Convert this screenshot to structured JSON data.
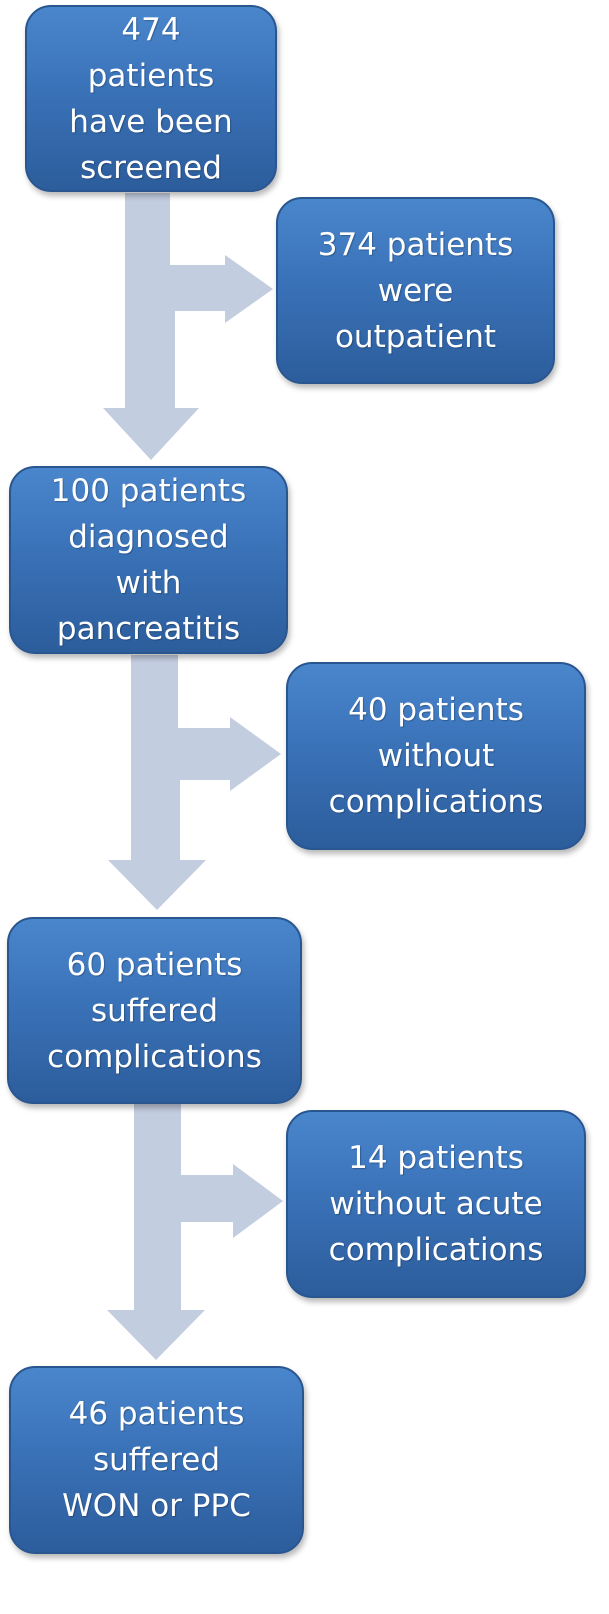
{
  "colors": {
    "box_fill": "#3a72b8",
    "box_border": "#2a5690",
    "box_text": "#ffffff",
    "arrow_fill": "#c3cde0",
    "background": "#ffffff"
  },
  "steps": [
    {
      "id": "screened",
      "label": "474\npatients\nhave been\nscreened"
    },
    {
      "id": "diagnosed",
      "label": "100 patients\ndiagnosed\nwith\npancreatitis"
    },
    {
      "id": "complications",
      "label": "60 patients\nsuffered\ncomplications"
    },
    {
      "id": "won-ppc",
      "label": "46 patients\nsuffered\nWON or PPC"
    }
  ],
  "exclusions": [
    {
      "id": "outpatient",
      "label": "374 patients\nwere\noutpatient"
    },
    {
      "id": "no-complications",
      "label": "40 patients\nwithout\ncomplications"
    },
    {
      "id": "no-acute",
      "label": "14 patients\nwithout acute\ncomplications"
    }
  ]
}
